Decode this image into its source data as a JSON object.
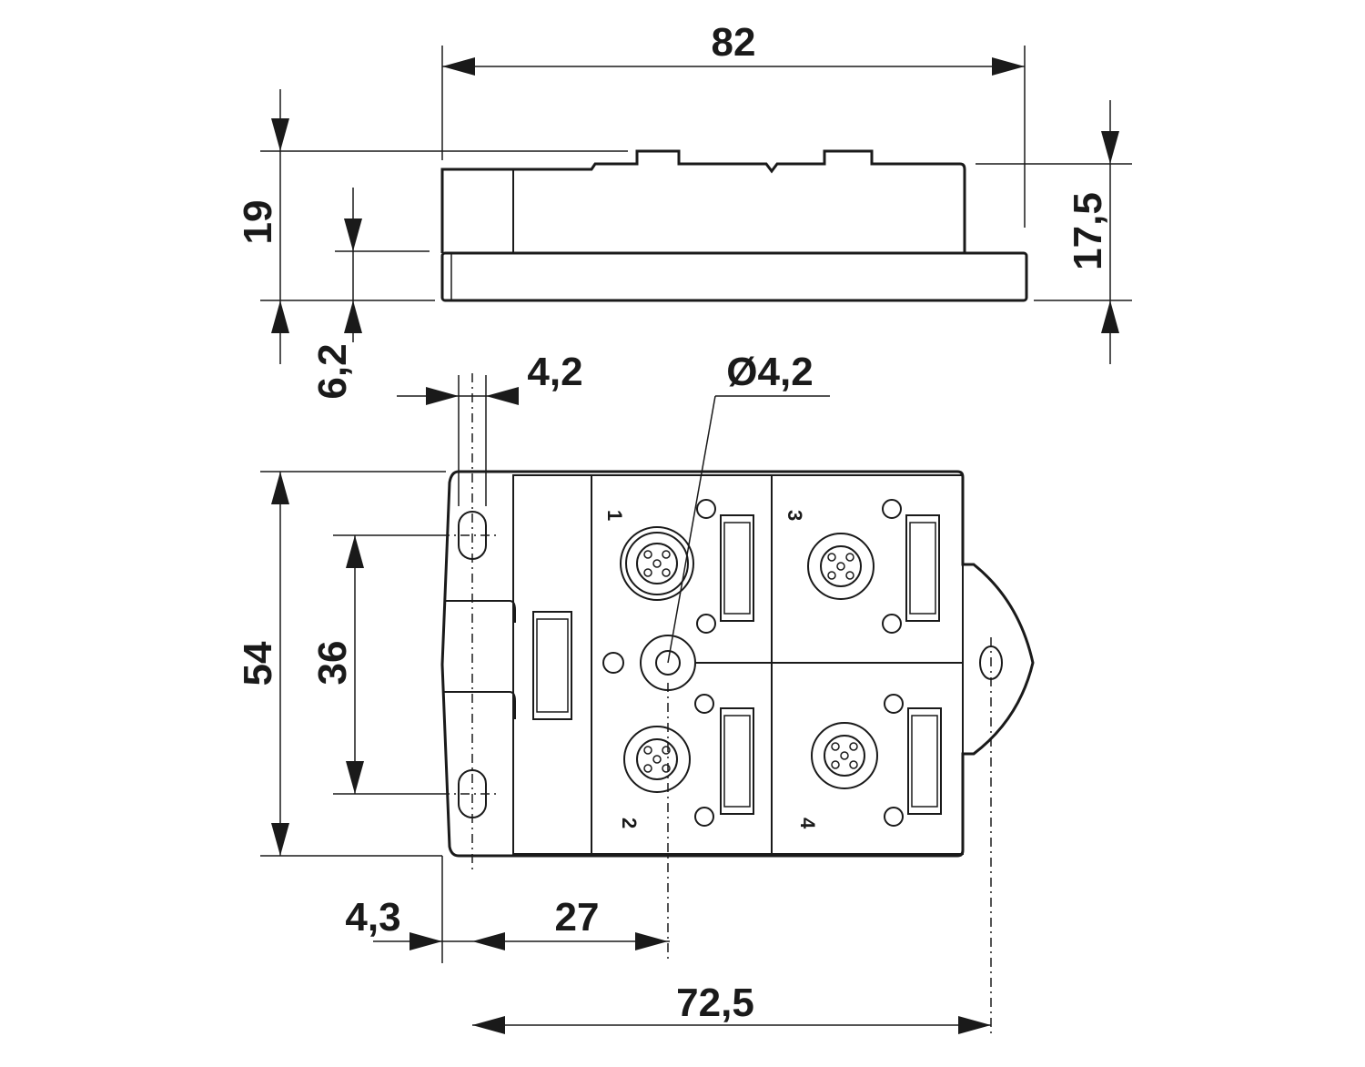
{
  "dimensions": {
    "overall_length": "82",
    "overall_height": "19",
    "base_height": "6,2",
    "body_height": "17,5",
    "hole_offset": "4,2",
    "hole_diameter": "Ø4,2",
    "overall_width": "54",
    "hole_spacing": "36",
    "edge_to_hole": "4,3",
    "hole_to_center": "27",
    "hole_to_hole_length": "72,5"
  },
  "ports": [
    "1",
    "2",
    "3",
    "4"
  ],
  "colors": {
    "line": "#1a1a1a",
    "background": "#ffffff"
  }
}
